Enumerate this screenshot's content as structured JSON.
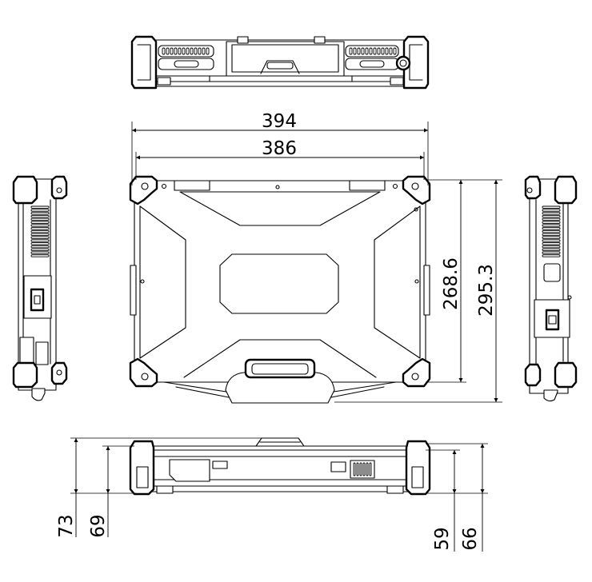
{
  "dimensions": {
    "horizontal_upper": "394",
    "horizontal_lower": "386",
    "vertical_inner": "268.6",
    "vertical_outer": "295.3",
    "height_a": "73",
    "height_b": "69",
    "height_c": "59",
    "height_d": "66"
  },
  "colors": {
    "line": "#000000",
    "background": "#ffffff"
  }
}
